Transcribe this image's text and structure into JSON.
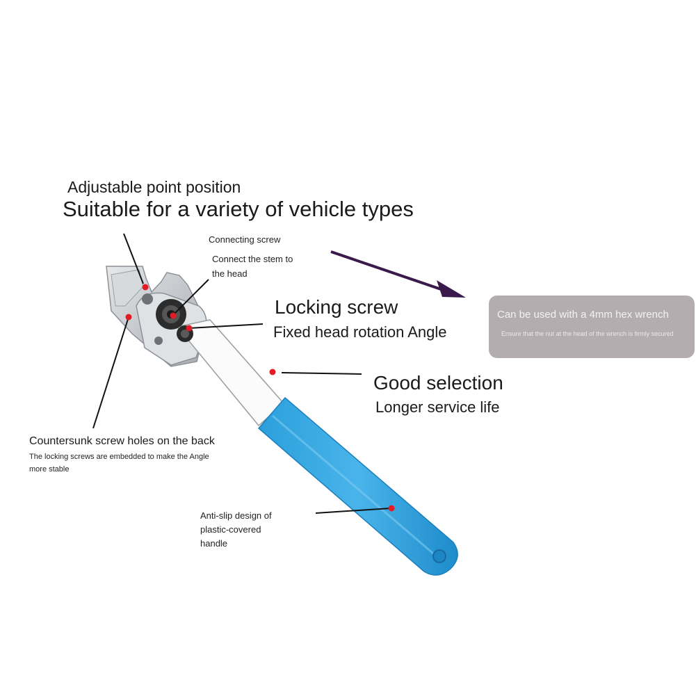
{
  "heading": {
    "line1": "Adjustable point position",
    "line2": "Suitable for a variety of vehicle types"
  },
  "labels": {
    "connecting_screw_title": "Connecting screw",
    "connecting_screw_desc_1": "Connect the stem to",
    "connecting_screw_desc_2": "the head",
    "locking_screw_title": "Locking screw",
    "locking_screw_desc": "Fixed head rotation Angle",
    "good_selection_title": "Good selection",
    "good_selection_desc": "Longer service life",
    "countersunk_title": "Countersunk screw holes on the back",
    "countersunk_desc_1": "The locking screws are embedded to make the Angle",
    "countersunk_desc_2": "more stable",
    "handle_desc_1": "Anti-slip design of",
    "handle_desc_2": "plastic-covered",
    "handle_desc_3": "handle"
  },
  "note": {
    "title": "Can be used with a 4mm hex wrench",
    "subtitle": "Ensure that the nut at the head of the wrench is firmly secured"
  },
  "colors": {
    "marker": "#e31b23",
    "leader_line": "#111111",
    "arrow": "#3a1a4a",
    "handle": "#3aa8e0",
    "metal": "#c9ccd0",
    "note_bg": "#b3adb0"
  }
}
